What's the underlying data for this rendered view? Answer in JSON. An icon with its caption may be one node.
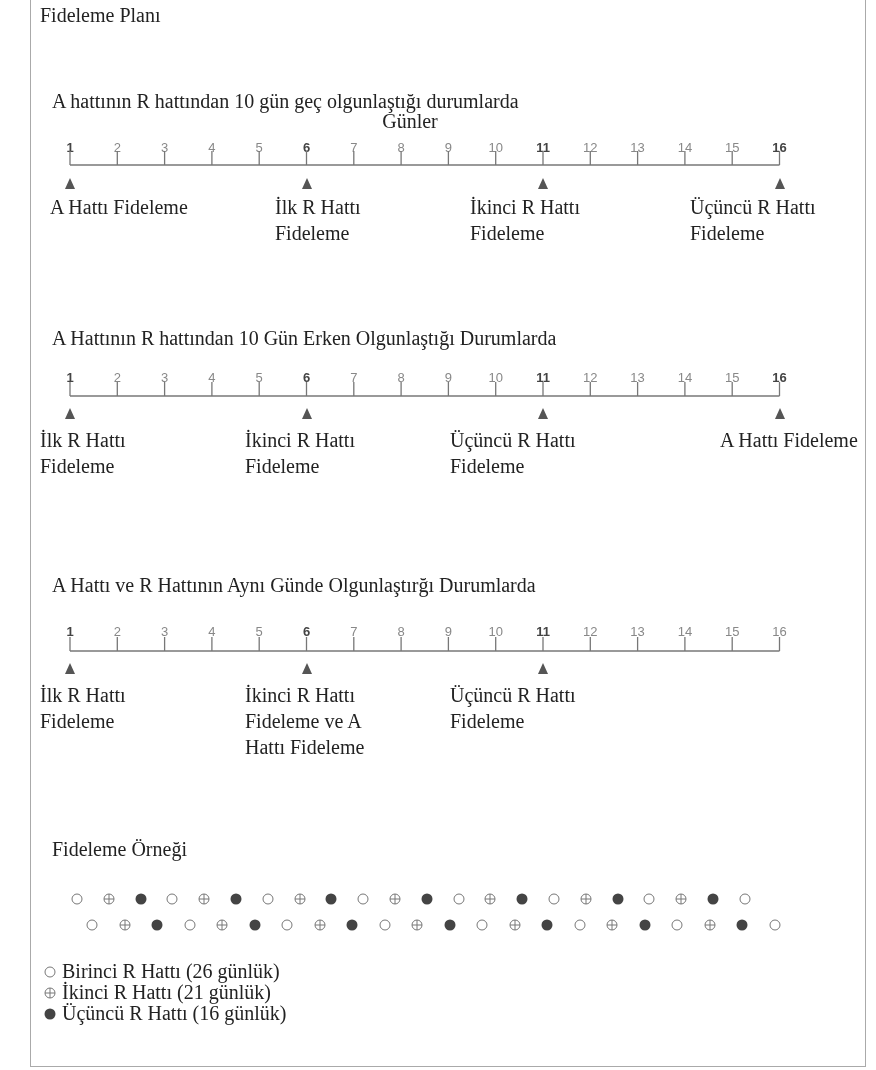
{
  "diagram": {
    "title": "Fideleme Planı",
    "labels": [
      "A hattının R hattından 10 gün geç olgunlaştığı durumlarda",
      "Günler",
      "1",
      "2",
      "3",
      "4",
      "5",
      "6",
      "7",
      "8",
      "9",
      "10",
      "11",
      "12",
      "13",
      "14",
      "15",
      "16",
      "A Hattı Fideleme",
      "İlk R Hattı Fideleme",
      "İkinci R Hattı Fideleme",
      "Üçüncü R Hattı Fideleme",
      "A Hattının R hattından 10 Gün Erken Olgunlaştığı Durumlarda",
      "1",
      "2",
      "3",
      "4",
      "5",
      "6",
      "7",
      "8",
      "9",
      "10",
      "11",
      "12",
      "13",
      "14",
      "15",
      "16",
      "İlk R Hattı Fideleme",
      "İkinci R Hattı Fideleme",
      "Üçüncü R Hattı Fideleme",
      "A Hattı Fideleme",
      "A Hattı ve R Hattının Aynı Günde Olgunlaştırğı Durumlarda",
      "1",
      "2",
      "3",
      "4",
      "5",
      "6",
      "7",
      "8",
      "9",
      "10",
      "11",
      "12",
      "13",
      "14",
      "15",
      "16",
      "İlk R Hattı Fideleme",
      "İkinci R Hattı Fideleme ve A Hattı Fideleme",
      "Üçüncü R Hattı Fideleme",
      "Fideleme Örneği"
    ],
    "legend": [
      {
        "text": "Birinci R Hattı (26 günlük)"
      },
      {
        "text": "İkinci R Hattı (21 günlük)"
      },
      {
        "text": "Üçüncü R Hattı (16 günlük)"
      }
    ]
  }
}
